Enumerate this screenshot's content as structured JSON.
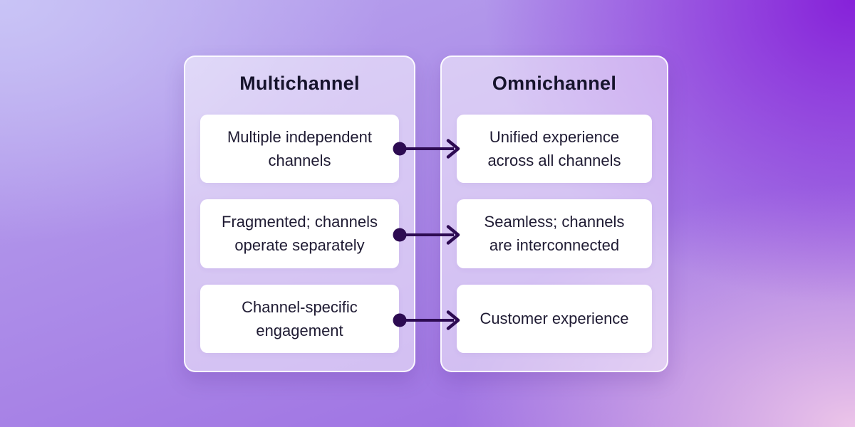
{
  "diagram": {
    "columns": [
      {
        "title": "Multichannel",
        "items": [
          "Multiple independent\nchannels",
          "Fragmented; channels\noperate separately",
          "Channel-specific\nengagement"
        ]
      },
      {
        "title": "Omnichannel",
        "items": [
          "Unified experience\nacross all channels",
          "Seamless; channels\nare interconnected",
          "Customer experience"
        ]
      }
    ],
    "arrow_icon": "dot-line-arrow-right"
  },
  "colors": {
    "arrow": "#2d0b52",
    "headingText": "#16132c",
    "bodyText": "#1f1b33",
    "cardBg": "#ffffff",
    "bgTopLeft": "#c9c4f6",
    "bgTopRight": "#8621d9",
    "bgBottomLeft": "#9a68e0",
    "bgBottomRight": "#ecc5e9"
  }
}
